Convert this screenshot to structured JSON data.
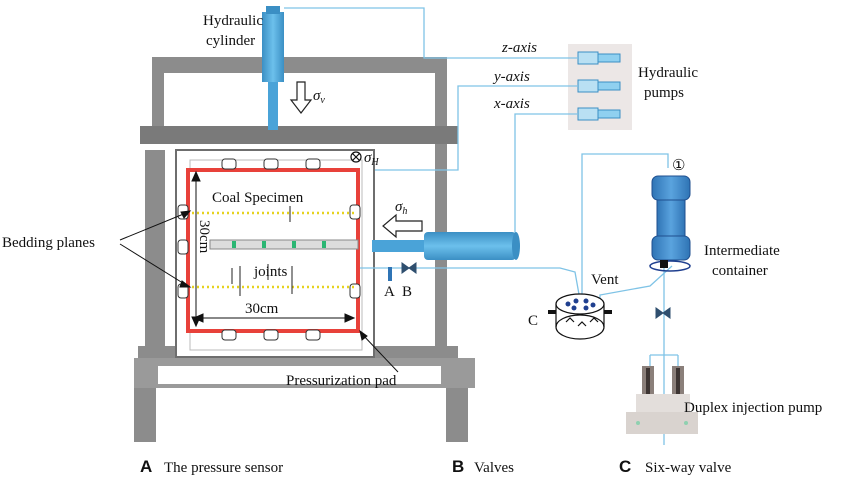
{
  "labels": {
    "hydraulic_cylinder_line1": "Hydraulic",
    "hydraulic_cylinder_line2": "cylinder",
    "sigma_v_base": "σ",
    "sigma_v_sub": "v",
    "sigma_H_base": "σ",
    "sigma_H_sub": "H",
    "sigma_h_base": "σ",
    "sigma_h_sub": "h",
    "z_axis": "z-axis",
    "y_axis": "y-axis",
    "x_axis": "x-axis",
    "hydraulic_pumps_line1": "Hydraulic",
    "hydraulic_pumps_line2": "pumps",
    "coal_specimen": "Coal Specimen",
    "bedding_planes": "Bedding planes",
    "height_30cm": "30cm",
    "width_30cm": "30cm",
    "joints": "joints",
    "marker_A": "A",
    "marker_B": "B",
    "marker_C": "C",
    "vent": "Vent",
    "circled_one": "①",
    "intermediate_line1": "Intermediate",
    "intermediate_line2": "container",
    "pressurization_pad": "Pressurization pad",
    "duplex_pump": "Duplex injection pump"
  },
  "legend": [
    {
      "letter": "A",
      "text": "The pressure sensor"
    },
    {
      "letter": "B",
      "text": "Valves"
    },
    {
      "letter": "C",
      "text": "Six-way valve"
    }
  ],
  "colors": {
    "frame": "#8c8c8c",
    "frame_dark": "#6e6e6e",
    "hydraulic_blue": "#4aa3d8",
    "line_blue": "#7fc3e6",
    "pad_red": "#e8413a",
    "bedding_yellow": "#e6d21f",
    "pump_panel": "#ece7e6"
  }
}
